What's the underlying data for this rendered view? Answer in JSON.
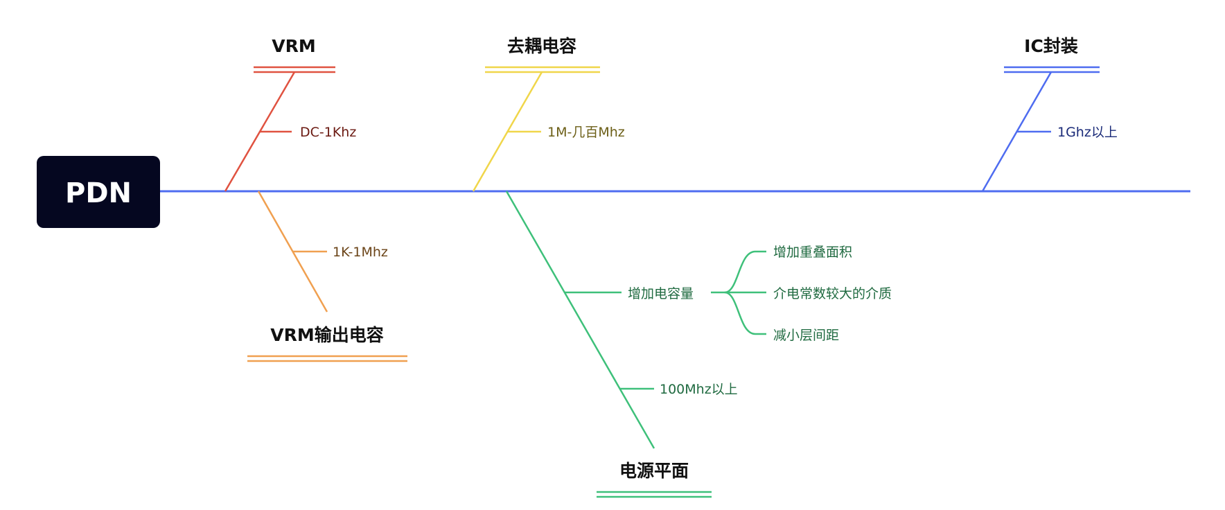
{
  "root": {
    "label": "PDN"
  },
  "branches": {
    "vrm": {
      "label": "VRM",
      "color": "#e05240",
      "text_color": "#6b1a12",
      "items": [
        "DC-1Khz"
      ]
    },
    "vrm_cap": {
      "label": "VRM输出电容",
      "color": "#f0a050",
      "text_color": "#6b4418",
      "items": [
        "1K-1Mhz"
      ]
    },
    "decoupling": {
      "label": "去耦电容",
      "color": "#f0d64a",
      "text_color": "#6b5e16",
      "items": [
        "1M-几百Mhz"
      ]
    },
    "power_plane": {
      "label": "电源平面",
      "color": "#3ec07a",
      "text_color": "#1f6a40",
      "items": [
        "增加电容量",
        "100Mhz以上"
      ],
      "sub_items": [
        "增加重叠面积",
        "介电常数较大的介质",
        "减小层间距"
      ]
    },
    "ic_package": {
      "label": "IC封装",
      "color": "#4e6cf0",
      "text_color": "#1a2a78",
      "items": [
        "1Ghz以上"
      ]
    }
  },
  "colors": {
    "spine": "#4e6cf0",
    "root_bg": "#050720"
  }
}
